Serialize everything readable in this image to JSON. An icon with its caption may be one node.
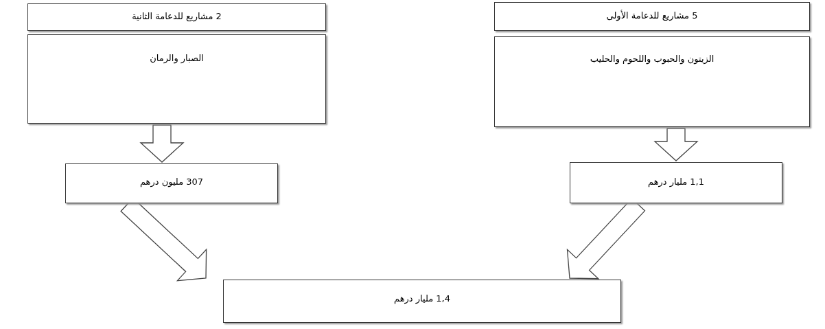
{
  "diagram": {
    "nodes": [
      {
        "text": [
          "5 مشاريع للدعامة الأولى"
        ]
      },
      {
        "text": [
          "الزيتون والحبوب واللحوم والحليب"
        ]
      },
      {
        "text": [
          "1,1 مليار درهم"
        ]
      },
      {
        "text": [
          "2 مشاريع للدعامة الثانية"
        ]
      },
      {
        "text": [
          "الصبار والرمان"
        ]
      },
      {
        "text": [
          "307 مليون درهم"
        ]
      },
      {
        "text": [
          "1,4 مليار درهم"
        ]
      }
    ],
    "edges": [
      {
        "from": 1,
        "to": 2,
        "arrow": "to"
      },
      {
        "from": 4,
        "to": 5,
        "arrow": "to"
      },
      {
        "from": 2,
        "to": 6,
        "arrow": "to"
      },
      {
        "from": 5,
        "to": 6,
        "arrow": "to"
      }
    ]
  }
}
